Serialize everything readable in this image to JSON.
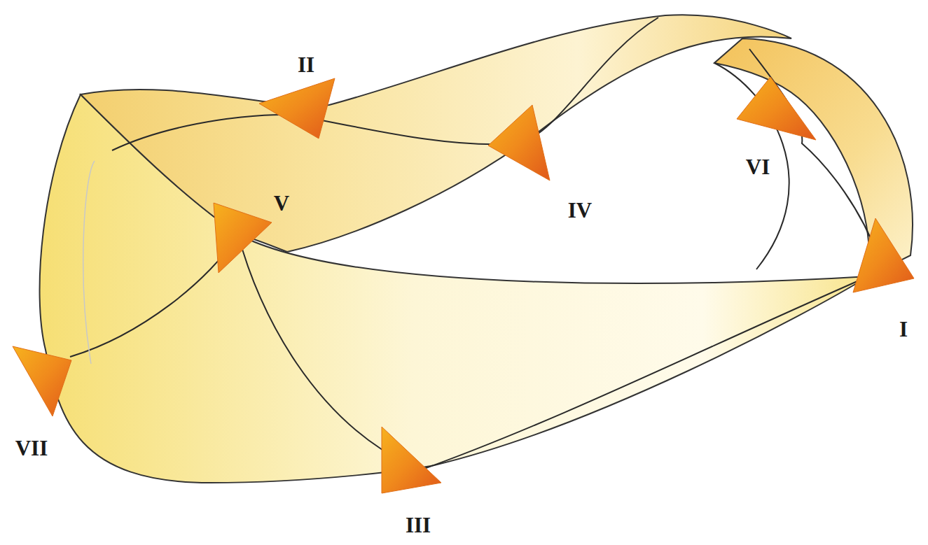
{
  "diagram": {
    "labels": [
      "II",
      "VI",
      "V",
      "IV",
      "I",
      "VII",
      "III"
    ]
  }
}
